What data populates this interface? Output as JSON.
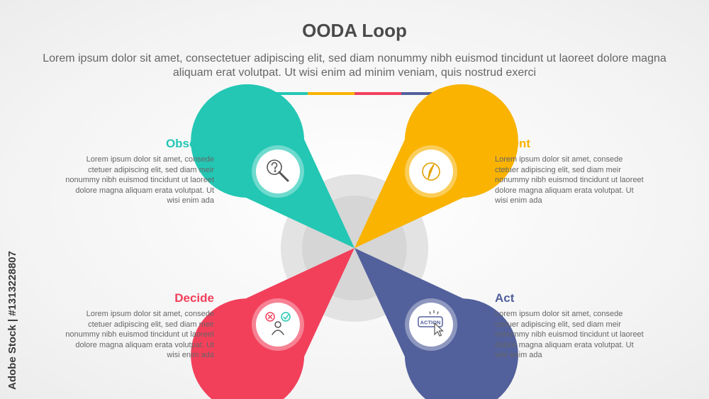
{
  "header": {
    "title": "OODA Loop",
    "subtitle": "Lorem ipsum dolor sit amet, consectetuer adipiscing elit, sed diam nonummy nibh euismod tincidunt ut laoreet dolore magna aliquam erat volutpat. Ut wisi enim ad minim veniam, quis nostrud exerci"
  },
  "colors": {
    "observe": "#23c7b4",
    "orient": "#f9b300",
    "decide": "#f2405b",
    "act": "#52609c"
  },
  "stages": [
    {
      "name": "Observe",
      "icon": "magnifier-question-icon",
      "text": "Lorem ipsum dolor sit amet, consede ctetuer adipiscing elit, sed diam meir nonummy nibh euismod tincidunt ut laoreet dolore magna aliquam erata volutpat. Ut wisi enim ada"
    },
    {
      "name": "Orient",
      "icon": "compass-icon",
      "text": "Lorem ipsum dolor sit amet, consede ctetuer adipiscing elit, sed diam meir nonummy nibh euismod tincidunt ut laoreet dolore magna aliquam erata volutpat. Ut wisi enim ada"
    },
    {
      "name": "Decide",
      "icon": "decision-person-icon",
      "text": "Lorem ipsum dolor sit amet, consede ctetuer adipiscing elit, sed diam meir nonummy nibh euismod tincidunt ut laoreet dolore magna aliquam erata volutpat. Ut wisi enim ada"
    },
    {
      "name": "Act",
      "icon": "action-button-click-icon",
      "text": "Lorem ipsum dolor sit amet, consede ctetuer adipiscing elit, sed diam meir nonummy nibh euismod tincidunt ut laoreet dolore magna aliquam erata volutpat. Ut wisi enim ada"
    }
  ],
  "act_icon_label": "ACTION",
  "watermark": "Adobe Stock | #1313228807"
}
